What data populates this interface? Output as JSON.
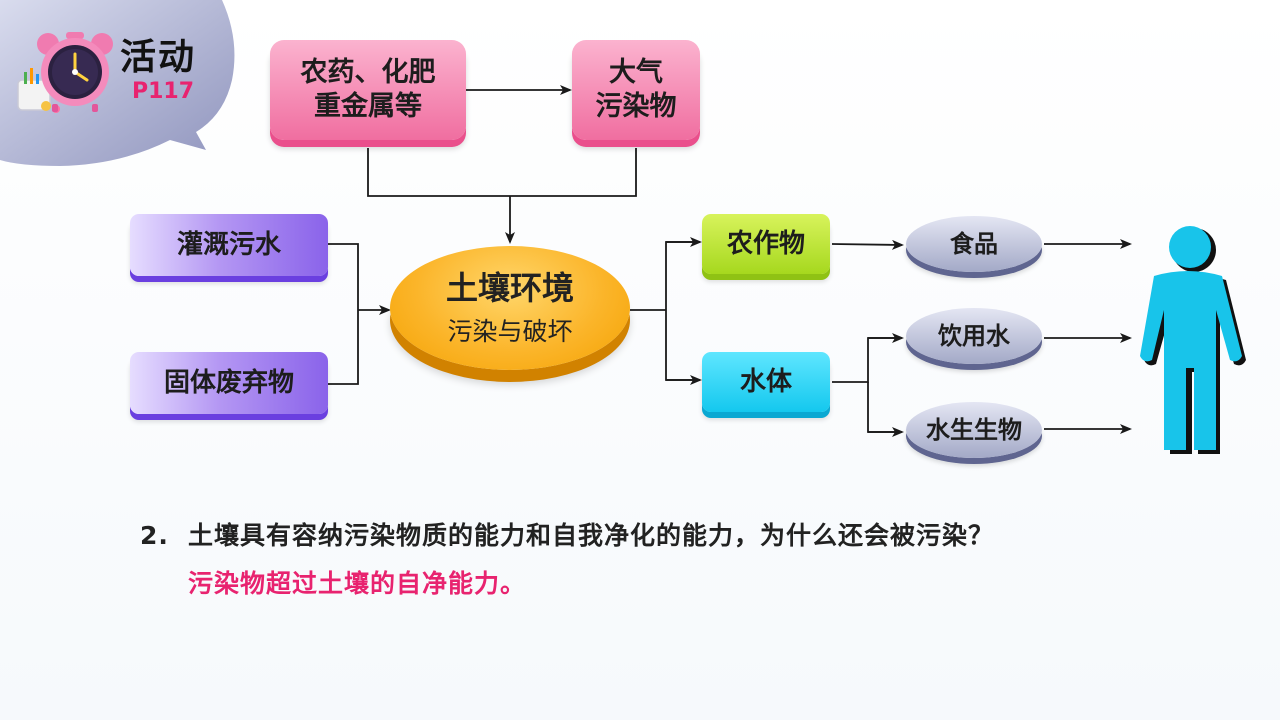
{
  "header": {
    "title": "活动",
    "page_ref": "P117"
  },
  "diagram": {
    "sources_top": {
      "pesticides": [
        "农药、化肥",
        "重金属等"
      ],
      "air": [
        "大气",
        "污染物"
      ]
    },
    "sources_left": {
      "sewage": "灌溉污水",
      "waste": "固体废弃物"
    },
    "center": {
      "title": "土壤环境",
      "subtitle": "污染与破坏"
    },
    "mid": {
      "crops": "农作物",
      "water": "水体"
    },
    "outputs": {
      "food": "食品",
      "drinking_water": "饮用水",
      "aquatic": "水生生物"
    }
  },
  "question": {
    "number": "2.",
    "text": "土壤具有容纳污染物质的能力和自我净化的能力，为什么还会被污染？",
    "answer": "污染物超过土壤的自净能力。"
  },
  "colors": {
    "pink": "#f06ea0",
    "purple": "#8a63ea",
    "green": "#a6d81e",
    "cyan": "#14c8ee",
    "orange": "#fbb52a",
    "answer": "#e8236f",
    "person": "#18c4ea"
  }
}
